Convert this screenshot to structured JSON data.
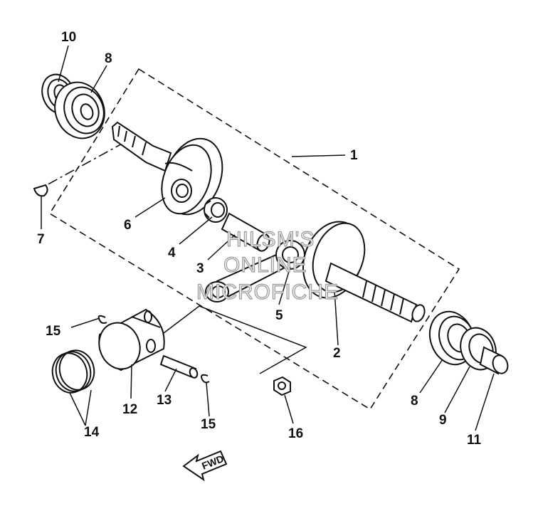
{
  "watermark": {
    "line1": "HILSM'S",
    "line2": "ONLINE",
    "line3": "MICROFICHE"
  },
  "direction_label": "FWD",
  "callouts": [
    {
      "id": "c10a",
      "label": "10"
    },
    {
      "id": "c8a",
      "label": "8"
    },
    {
      "id": "c1",
      "label": "1"
    },
    {
      "id": "c7",
      "label": "7"
    },
    {
      "id": "c6",
      "label": "6"
    },
    {
      "id": "c4",
      "label": "4"
    },
    {
      "id": "c3",
      "label": "3"
    },
    {
      "id": "c5",
      "label": "5"
    },
    {
      "id": "c2",
      "label": "2"
    },
    {
      "id": "c15a",
      "label": "15"
    },
    {
      "id": "c12",
      "label": "12"
    },
    {
      "id": "c13",
      "label": "13"
    },
    {
      "id": "c15b",
      "label": "15"
    },
    {
      "id": "c14",
      "label": "14"
    },
    {
      "id": "c16",
      "label": "16"
    },
    {
      "id": "c8b",
      "label": "8"
    },
    {
      "id": "c9",
      "label": "9"
    },
    {
      "id": "c11",
      "label": "11"
    }
  ]
}
